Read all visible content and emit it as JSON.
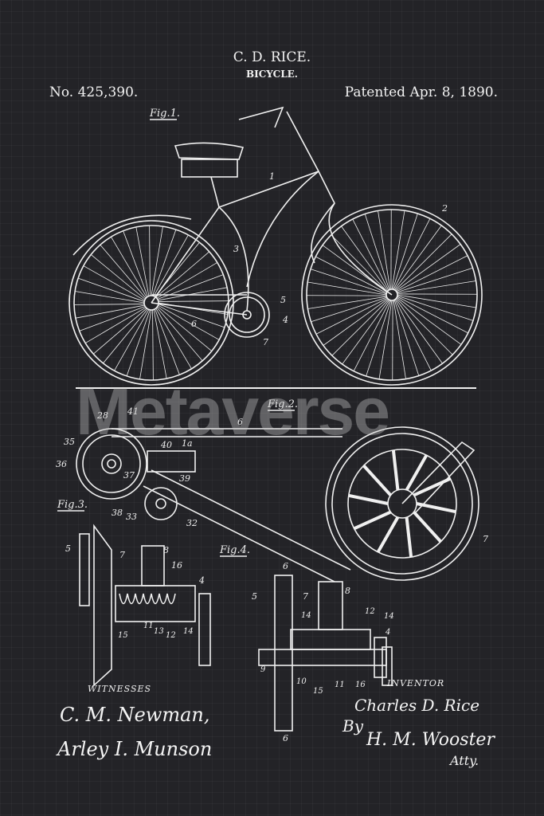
{
  "header": {
    "inventor": "C. D. RICE.",
    "title": "BICYCLE.",
    "patent_number": "No. 425,390.",
    "date": "Patented Apr. 8, 1890."
  },
  "figures": {
    "fig1": "Fig.1.",
    "fig2": "Fig.2.",
    "fig3": "Fig.3.",
    "fig4": "Fig.4."
  },
  "numerals": {
    "n1": "1",
    "n2": "2",
    "n3": "3",
    "n4": "4",
    "n5": "5",
    "n6": "6",
    "n7": "7",
    "n8": "8",
    "n28": "28",
    "n41": "41",
    "n35": "35",
    "n36": "36",
    "n40": "40",
    "n1a": "1a",
    "n39": "39",
    "n38": "38",
    "n33": "33",
    "n32": "32",
    "n37": "37",
    "n16": "16",
    "n15": "15",
    "n11": "11",
    "n13": "13",
    "n12": "12",
    "n14": "14",
    "n9": "9",
    "n10": "10"
  },
  "witnesses": {
    "label": "WITNESSES",
    "sig1": "C. M. Newman,",
    "sig2": "Arley I. Munson"
  },
  "inventor_block": {
    "label": "INVENTOR",
    "sig": "Charles D. Rice",
    "by": "By",
    "attorney": "H. M. Wooster",
    "atty": "Atty."
  },
  "watermark": "Metaverse"
}
